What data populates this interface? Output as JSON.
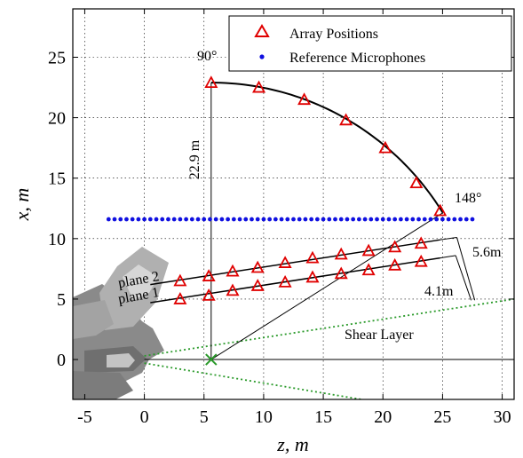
{
  "chart_data": {
    "type": "scatter",
    "xlabel": "z, m",
    "ylabel": "x, m",
    "xlim": [
      -6,
      31
    ],
    "ylim": [
      -3.3,
      29
    ],
    "xticks": [
      -5,
      0,
      5,
      10,
      15,
      20,
      25,
      30
    ],
    "yticks": [
      0,
      5,
      10,
      15,
      20,
      25
    ],
    "grid": true,
    "legend_position": "top-right",
    "series": [
      {
        "name": "Array Positions",
        "marker": "triangle-open",
        "color": "#e00000",
        "x": [
          5.6,
          9.6,
          13.4,
          16.9,
          20.2,
          22.8,
          24.8
        ],
        "y": [
          22.9,
          22.5,
          21.5,
          19.8,
          17.5,
          14.6,
          12.3
        ]
      },
      {
        "name": "Array Positions",
        "marker": "triangle-open",
        "color": "#e00000",
        "x": [
          3.0,
          5.4,
          7.4,
          9.5,
          11.8,
          14.1,
          16.5,
          18.8,
          21.0,
          23.2
        ],
        "y": [
          6.5,
          6.9,
          7.3,
          7.6,
          8.0,
          8.4,
          8.7,
          9.0,
          9.3,
          9.6
        ]
      },
      {
        "name": "Array Positions",
        "marker": "triangle-open",
        "color": "#e00000",
        "x": [
          3.0,
          5.4,
          7.4,
          9.5,
          11.8,
          14.1,
          16.5,
          18.8,
          21.0,
          23.2
        ],
        "y": [
          5.0,
          5.3,
          5.7,
          6.1,
          6.4,
          6.8,
          7.1,
          7.4,
          7.8,
          8.1
        ]
      },
      {
        "name": "Reference Microphones",
        "marker": "dot",
        "color": "#1010e0",
        "x": [
          -3.0,
          -2.5,
          -2.0,
          -1.5,
          -1.0,
          -0.5,
          0.0,
          0.5,
          1.0,
          1.5,
          2.0,
          2.5,
          3.0,
          3.5,
          4.0,
          4.5,
          5.0,
          5.5,
          6.0,
          6.5,
          7.0,
          7.5,
          8.0,
          8.5,
          9.0,
          9.5,
          10.0,
          10.5,
          11.0,
          11.5,
          12.0,
          12.5,
          13.0,
          13.5,
          14.0,
          14.5,
          15.0,
          15.5,
          16.0,
          16.5,
          17.0,
          17.5,
          18.0,
          18.5,
          19.0,
          19.5,
          20.0,
          20.5,
          21.0,
          21.5,
          22.0,
          22.5,
          23.0,
          23.5,
          24.0,
          24.5,
          25.0,
          25.5,
          26.0,
          26.5,
          27.0,
          27.5
        ],
        "y": [
          11.6,
          11.6,
          11.6,
          11.6,
          11.6,
          11.6,
          11.6,
          11.6,
          11.6,
          11.6,
          11.6,
          11.6,
          11.6,
          11.6,
          11.6,
          11.6,
          11.6,
          11.6,
          11.6,
          11.6,
          11.6,
          11.6,
          11.6,
          11.6,
          11.6,
          11.6,
          11.6,
          11.6,
          11.6,
          11.6,
          11.6,
          11.6,
          11.6,
          11.6,
          11.6,
          11.6,
          11.6,
          11.6,
          11.6,
          11.6,
          11.6,
          11.6,
          11.6,
          11.6,
          11.6,
          11.6,
          11.6,
          11.6,
          11.6,
          11.6,
          11.6,
          11.6,
          11.6,
          11.6,
          11.6,
          11.6,
          11.6,
          11.6,
          11.6,
          11.6,
          11.6,
          11.6
        ]
      }
    ],
    "legend": [
      {
        "label": "Array Positions",
        "marker": "triangle-open",
        "color": "#e00000"
      },
      {
        "label": "Reference Microphones",
        "marker": "dot",
        "color": "#1010e0"
      }
    ],
    "arc": {
      "center": [
        5.6,
        0
      ],
      "radius": 22.9,
      "start_deg": 90,
      "end_deg": 148
    },
    "annotations": {
      "angle_start": "90°",
      "angle_end": "148°",
      "radius_label": "22.9 m",
      "plane2": "plane 2",
      "plane1": "plane 1",
      "dist2": "5.6m",
      "dist1": "4.1m",
      "shear_layer": "Shear Layer"
    },
    "colors": {
      "array": "#e00000",
      "reference": "#1010e0",
      "shear": "#2a9a2a",
      "aircraft": "#8a8a8a"
    }
  }
}
